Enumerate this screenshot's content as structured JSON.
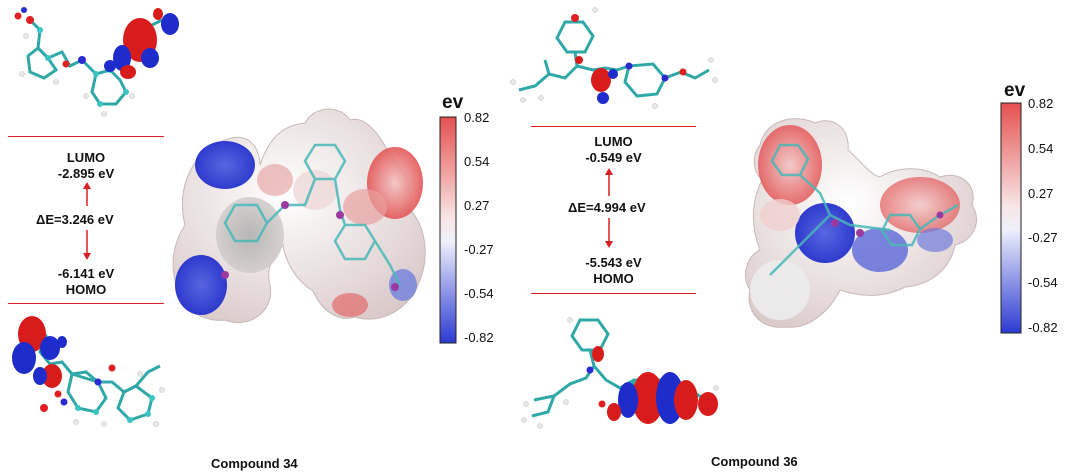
{
  "panels": [
    {
      "id": "left",
      "caption": "Compound 34",
      "lumo_label": "LUMO",
      "lumo_value": "-2.895 eV",
      "delta_e": "ΔE=3.246 eV",
      "homo_value": "-6.141 eV",
      "homo_label": "HOMO",
      "colorbar": {
        "unit": "ev",
        "ticks": [
          "0.82",
          "0.54",
          "0.27",
          "-0.27",
          "-0.54",
          "-0.82"
        ]
      }
    },
    {
      "id": "right",
      "caption": "Compound 36",
      "lumo_label": "LUMO",
      "lumo_value": "-0.549 eV",
      "delta_e": "ΔE=4.994 eV",
      "homo_value": "-5.543 eV",
      "homo_label": "HOMO",
      "colorbar": {
        "unit": "ev",
        "ticks": [
          "0.82",
          "0.54",
          "0.27",
          "-0.27",
          "-0.54",
          "-0.82"
        ]
      }
    }
  ],
  "colors": {
    "level_line": "#d92020",
    "positive": "#e03030",
    "negative": "#2030d0",
    "carbon": "#3fc4c4",
    "nitrogen": "#2a2ad0",
    "oxygen": "#e02020",
    "hydrogen": "#e8e8e8"
  }
}
